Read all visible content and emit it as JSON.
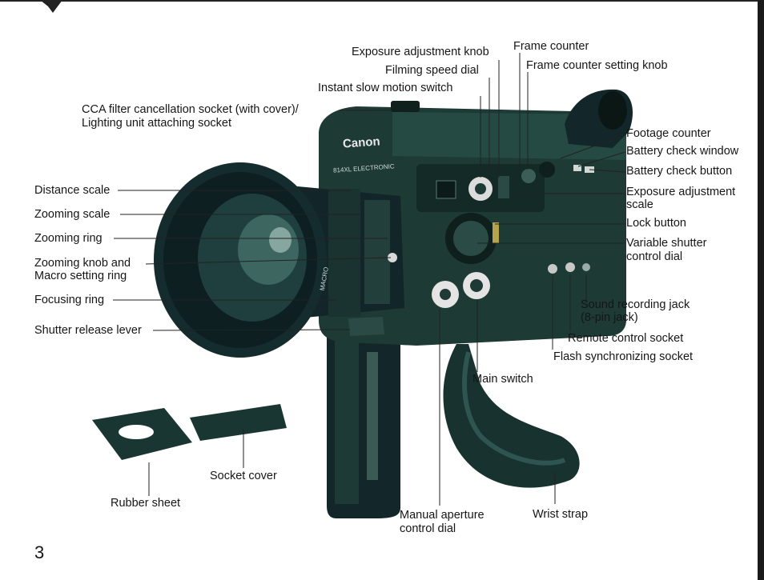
{
  "page_number": "3",
  "camera_text": {
    "brand": "Canon",
    "model": "814XL ELECTRONIC",
    "lens_text": "MACRO"
  },
  "labels": {
    "exposure_adjustment_knob": "Exposure adjustment knob",
    "frame_counter": "Frame counter",
    "frame_counter_setting_knob": "Frame counter setting knob",
    "filming_speed_dial": "Filming speed dial",
    "instant_slow_motion_switch": "Instant slow motion switch",
    "cca_filter_line1": "CCA filter cancellation socket (with cover)/",
    "cca_filter_line2": "Lighting unit attaching socket",
    "footage_counter": "Footage counter",
    "battery_check_window": "Battery check window",
    "battery_check_button": "Battery check button",
    "exposure_adjustment_scale_line1": "Exposure adjustment",
    "exposure_adjustment_scale_line2": "scale",
    "lock_button": "Lock button",
    "variable_shutter_line1": "Variable shutter",
    "variable_shutter_line2": "control dial",
    "distance_scale": "Distance scale",
    "zooming_scale": "Zooming scale",
    "zooming_ring": "Zooming ring",
    "zooming_knob_line1": "Zooming knob and",
    "zooming_knob_line2": "Macro setting ring",
    "focusing_ring": "Focusing ring",
    "shutter_release_lever": "Shutter release lever",
    "sound_recording_line1": "Sound recording jack",
    "sound_recording_line2": "(8-pin jack)",
    "remote_control_socket": "Remote control socket",
    "flash_sync_socket": "Flash synchronizing socket",
    "main_switch": "Main switch",
    "socket_cover": "Socket cover",
    "rubber_sheet": "Rubber sheet",
    "manual_aperture_line1": "Manual aperture",
    "manual_aperture_line2": "control dial",
    "wrist_strap": "Wrist strap"
  },
  "colors": {
    "camera_body": "#1d3a35",
    "camera_dark": "#0e1f1c",
    "camera_light": "#3d6660",
    "page": "#ffffff",
    "text": "#161616"
  }
}
